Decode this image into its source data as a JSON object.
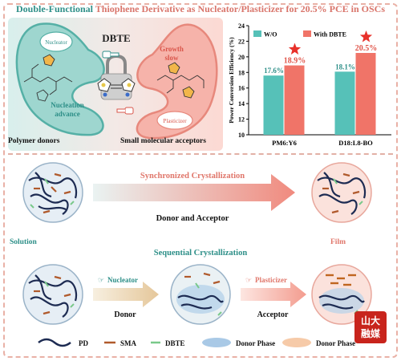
{
  "header": {
    "title_part1": "Double-Functional ",
    "title_part2": "Thiophene Derivative as Nucleator/Plasticizer for 20.5% PCE in OSCs"
  },
  "top_panel": {
    "molecule_name": "DBTE",
    "nucleator_label": "Nucleator",
    "plasticizer_label": "Plasticizer",
    "nucleation_line1": "Nucleation",
    "nucleation_line2": "advance",
    "growth_line1": "Growth",
    "growth_line2": "slow",
    "polymer_donors": "Polymer donors",
    "small_acceptors": "Small molecular acceptors",
    "hand_right_icon": "hand-pointing-right-icon",
    "hand_left_icon": "hand-pointing-left-icon"
  },
  "chart_data": {
    "type": "bar",
    "categories": [
      "PM6:Y6",
      "D18:L8-BO"
    ],
    "series": [
      {
        "name": "W/O",
        "values": [
          17.6,
          18.1
        ],
        "color": "#56c1b8"
      },
      {
        "name": "With DBTE",
        "values": [
          18.9,
          20.5
        ],
        "color": "#f07468"
      }
    ],
    "data_labels": [
      [
        "17.6%",
        "18.1%"
      ],
      [
        "18.9%",
        "20.5%"
      ]
    ],
    "ylabel": "Power Conversion Efficiency (%)",
    "ylim": [
      10,
      24
    ],
    "yticks": [
      10,
      12,
      14,
      16,
      18,
      20,
      22,
      24
    ],
    "legend_position": "top",
    "markers": "star above With DBTE bars",
    "grid": false
  },
  "bottom_panel": {
    "sync_label": "Synchronized Crystallization",
    "donor_acceptor": "Donor and Acceptor",
    "solution": "Solution",
    "film": "Film",
    "seq_label": "Sequential Crystallization",
    "nucleator": "Nucleator",
    "plasticizer": "Plasticizer",
    "donor": "Donor",
    "acceptor": "Acceptor",
    "legend": {
      "pd": "PD",
      "sma": "SMA",
      "dbte": "DBTE",
      "donor_phase_1": "Donor Phase",
      "donor_phase_2": "Donor Phase"
    },
    "logo_icon": "university-logo-icon"
  },
  "colors": {
    "teal": "#2d8f88",
    "salmon": "#e8766b",
    "pd": "#1d2b52",
    "sma": "#b05a2c",
    "dbte": "#79c98a"
  }
}
